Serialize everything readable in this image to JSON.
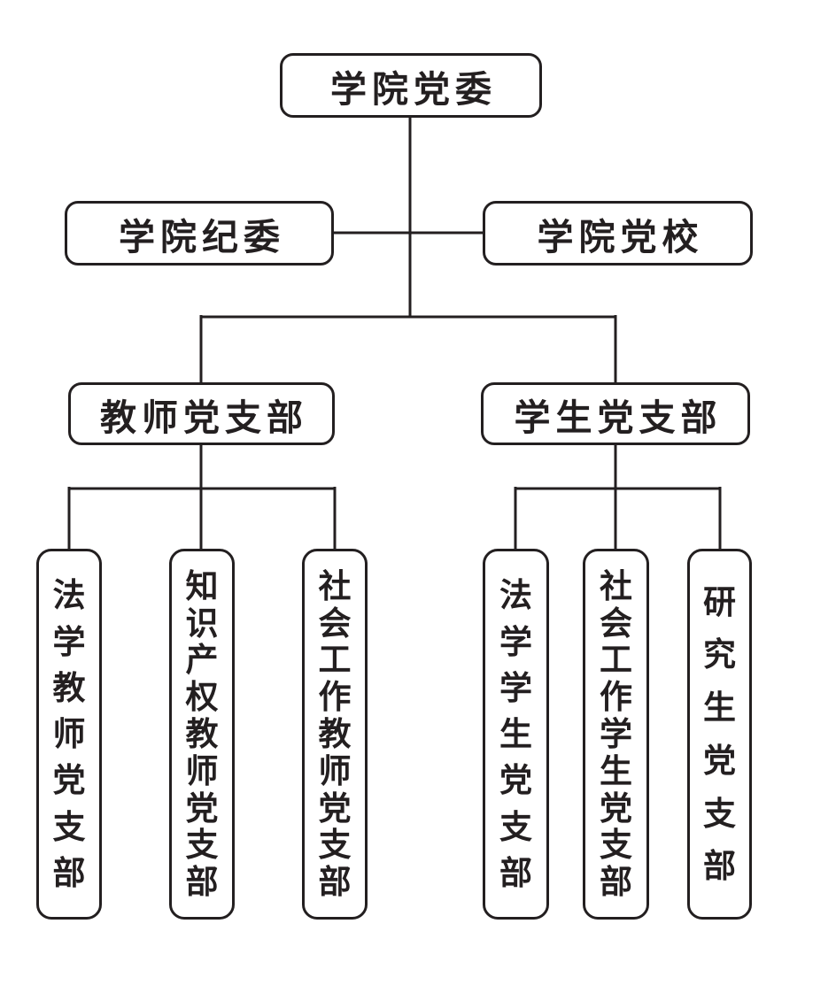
{
  "org_chart": {
    "type": "organization-tree",
    "line_color": "#231f20",
    "box_background": "#ffffff",
    "root": {
      "label": "学院党委"
    },
    "side_nodes": [
      {
        "label": "学院纪委",
        "position": "left"
      },
      {
        "label": "学院党校",
        "position": "right"
      }
    ],
    "branches": [
      {
        "label": "教师党支部",
        "children": [
          {
            "label": "法学教师党支部"
          },
          {
            "label": "知识产权教师党支部"
          },
          {
            "label": "社会工作教师党支部"
          }
        ]
      },
      {
        "label": "学生党支部",
        "children": [
          {
            "label": "法学学生党支部"
          },
          {
            "label": "社会工作学生党支部"
          },
          {
            "label": "研究生党支部"
          }
        ]
      }
    ]
  }
}
